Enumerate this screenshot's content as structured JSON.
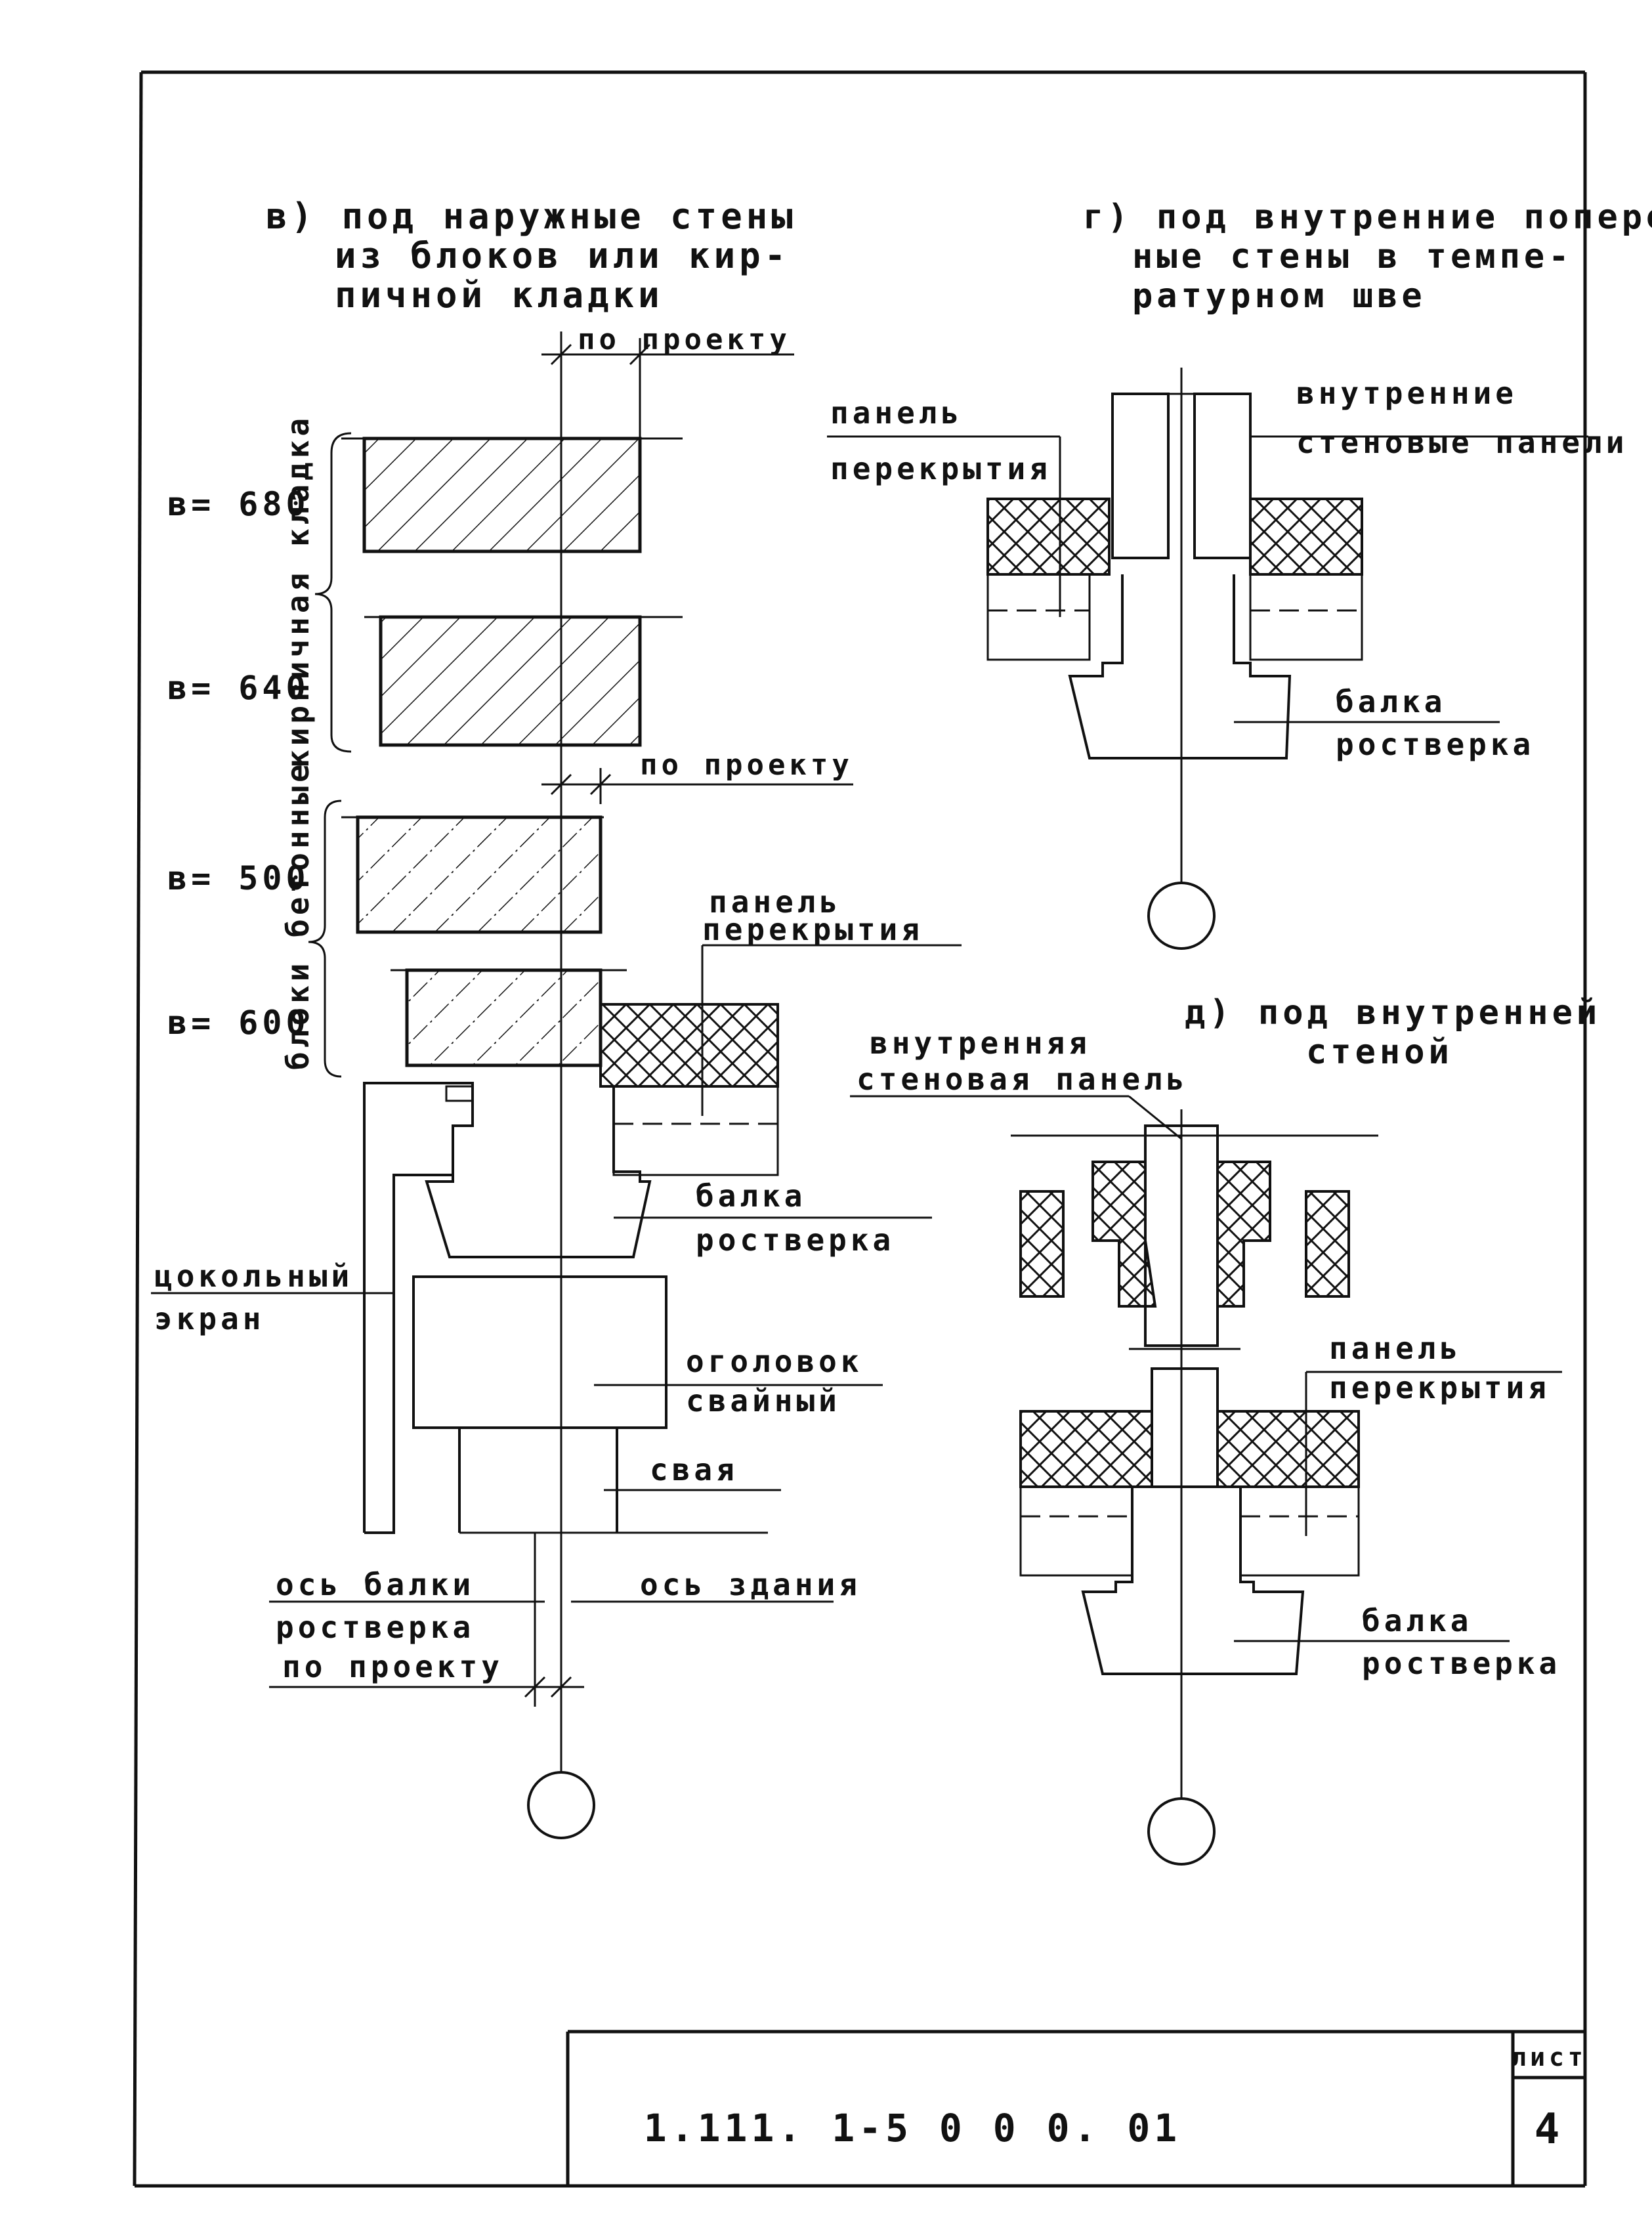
{
  "section_v": {
    "title_lines": [
      "в) под наружные стены",
      "из блоков или кир-",
      "пичной кладки"
    ],
    "dim_top": "по проекту",
    "dim_mid": "по проекту",
    "brick_label": "кирпичная кладка",
    "concrete_label": "блоки бетонные",
    "widths": [
      "в= 680",
      "в= 640",
      "в= 500",
      "в= 600"
    ],
    "panel_lines": [
      "панель",
      "перекрытия"
    ],
    "beam_lines": [
      "балка",
      "ростверка"
    ],
    "screen_lines": [
      "цокольный",
      "экран"
    ],
    "cap_lines": [
      "оголовок",
      "свайный"
    ],
    "pile": "свая",
    "axis_beam_lines": [
      "ось балки",
      "ростверка"
    ],
    "axis_building": "ось здания",
    "dim_bottom": "по проекту"
  },
  "section_g": {
    "title_lines": [
      "г) под внутренние попереч-",
      "ные стены в темпе-",
      "ратурном шве"
    ],
    "panel_lines": [
      "панель",
      "перекрытия"
    ],
    "wall_lines": [
      "внутренние",
      "стеновые панели"
    ],
    "beam_lines": [
      "балка",
      "ростверка"
    ]
  },
  "section_d": {
    "title_lines": [
      "д) под внутренней",
      "стеной"
    ],
    "wall_lines": [
      "внутренняя",
      "стеновая панель"
    ],
    "panel_lines": [
      "панель",
      "перекрытия"
    ],
    "beam_lines": [
      "балка",
      "ростверка"
    ]
  },
  "title_block": {
    "code": "1.111. 1-5 0 0 0. 01",
    "sheet_label": "лист",
    "sheet_number": "4"
  }
}
